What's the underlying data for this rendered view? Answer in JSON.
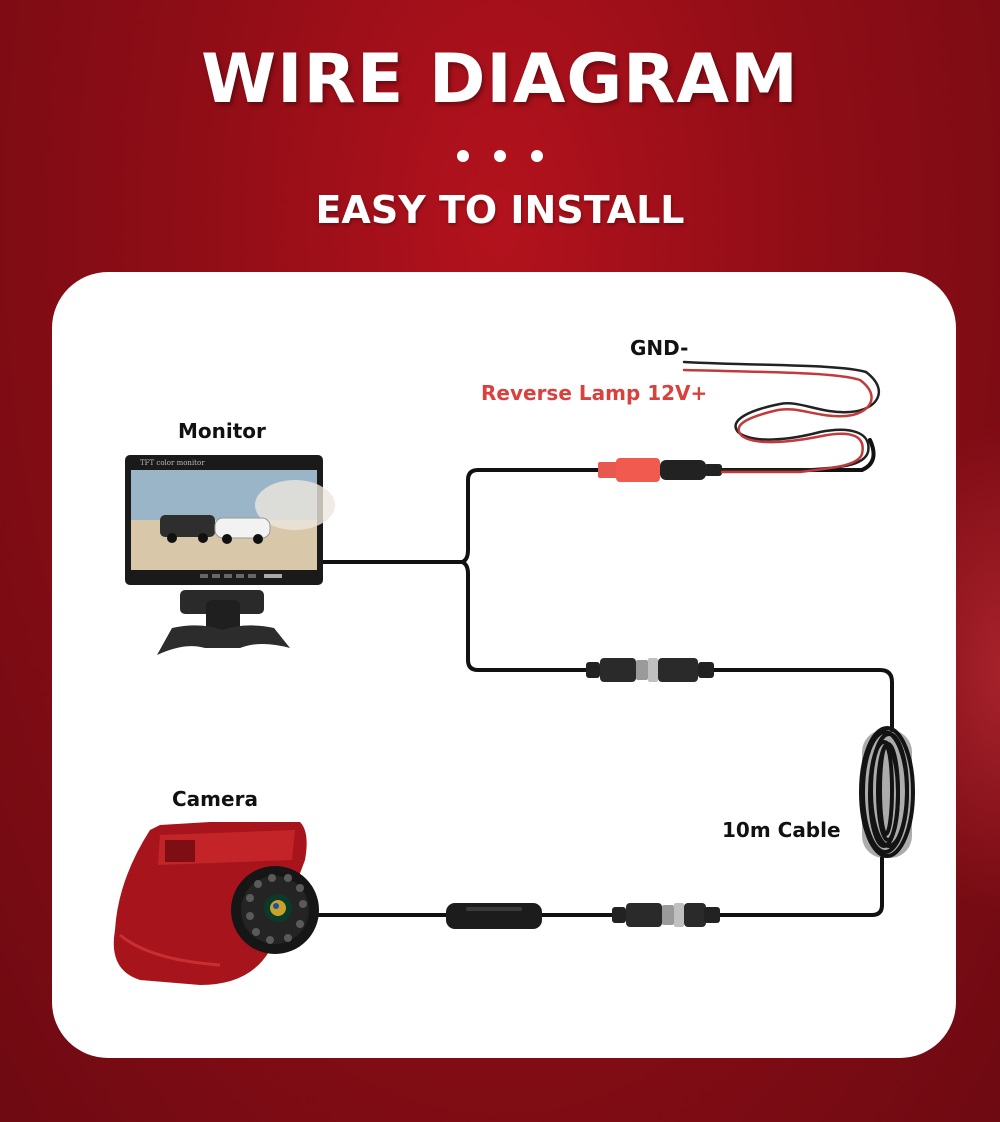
{
  "header": {
    "title": "WIRE DIAGRAM",
    "subtitle": "EASY TO INSTALL"
  },
  "labels": {
    "gnd": "GND-",
    "reverse_lamp": "Reverse Lamp 12V+",
    "monitor": "Monitor",
    "camera": "Camera",
    "cable": "10m Cable"
  },
  "monitor_screen_text": "TFT color monitor",
  "colors": {
    "background": "#a0101a",
    "panel": "#ffffff",
    "wire": "#111111",
    "power_red": "#d9413f",
    "camera_body": "#b3161e"
  }
}
